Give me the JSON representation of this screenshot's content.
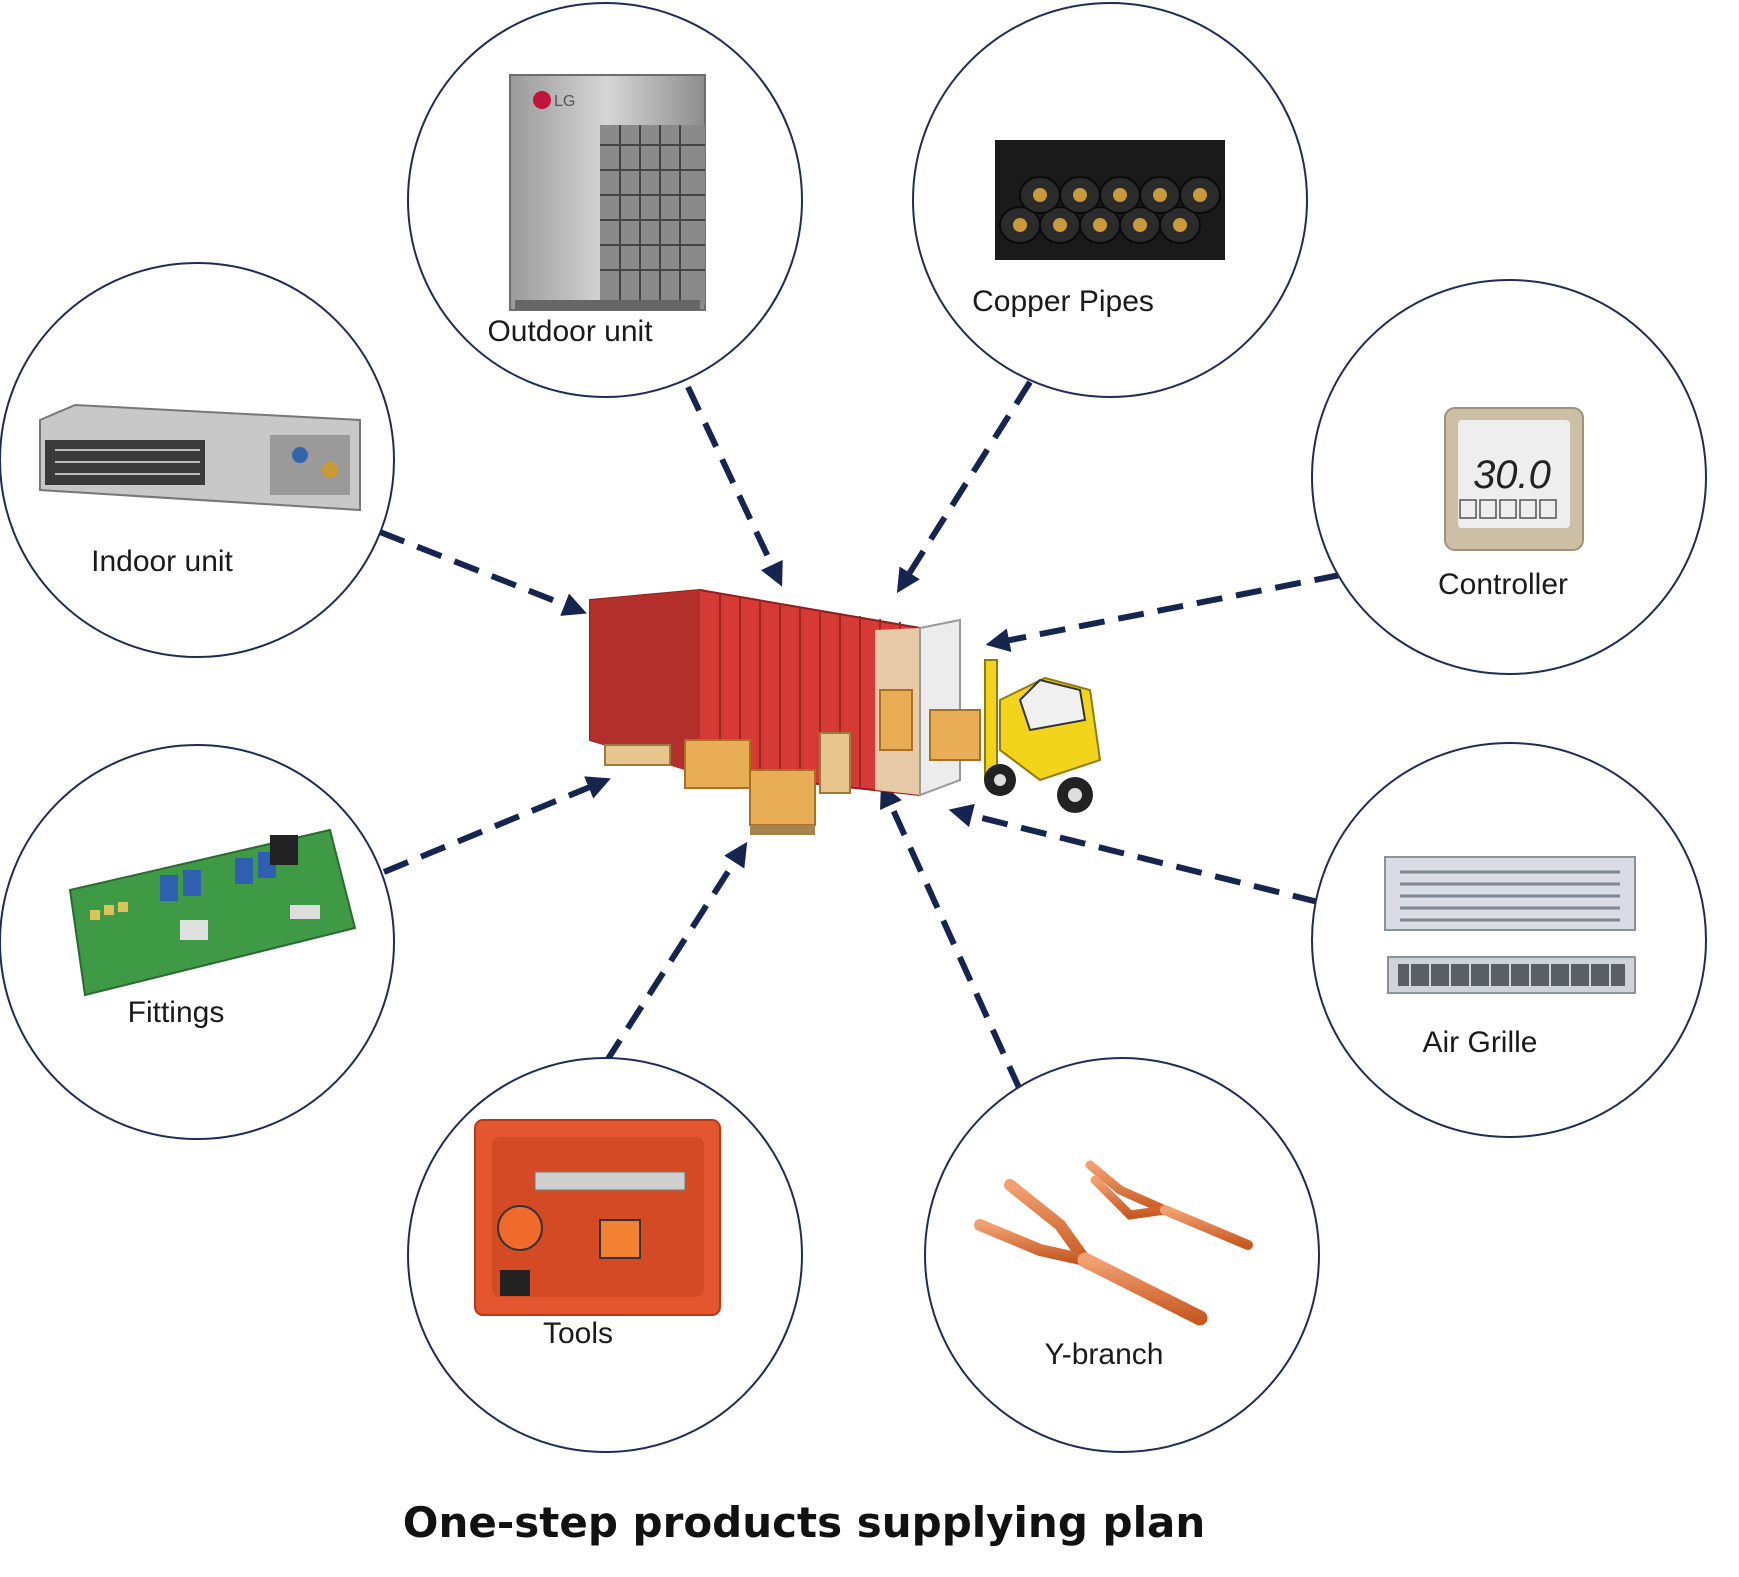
{
  "title": "One-step products supplying plan",
  "colors": {
    "circle_stroke": "#1f2d55",
    "arrow": "#15254f",
    "container": "#d53a35",
    "forklift": "#f2d51a",
    "copper": "#e0783e",
    "tool_case": "#e4562f"
  },
  "nodes": [
    {
      "id": "outdoor",
      "label": "Outdoor unit",
      "icon": "outdoor-unit-icon"
    },
    {
      "id": "copper",
      "label": "Copper Pipes",
      "icon": "copper-pipes-icon"
    },
    {
      "id": "indoor",
      "label": "Indoor unit",
      "icon": "indoor-unit-icon"
    },
    {
      "id": "controller",
      "label": "Controller",
      "icon": "controller-icon"
    },
    {
      "id": "fittings",
      "label": "Fittings",
      "icon": "circuit-board-icon"
    },
    {
      "id": "grille",
      "label": "Air Grille",
      "icon": "air-grille-icon"
    },
    {
      "id": "tools",
      "label": "Tools",
      "icon": "tool-kit-icon"
    },
    {
      "id": "ybranch",
      "label": "Y-branch",
      "icon": "y-branch-icon"
    }
  ],
  "center": {
    "icon": "shipping-container-icon",
    "logo_text": "LG",
    "controller_display": "30.0"
  }
}
